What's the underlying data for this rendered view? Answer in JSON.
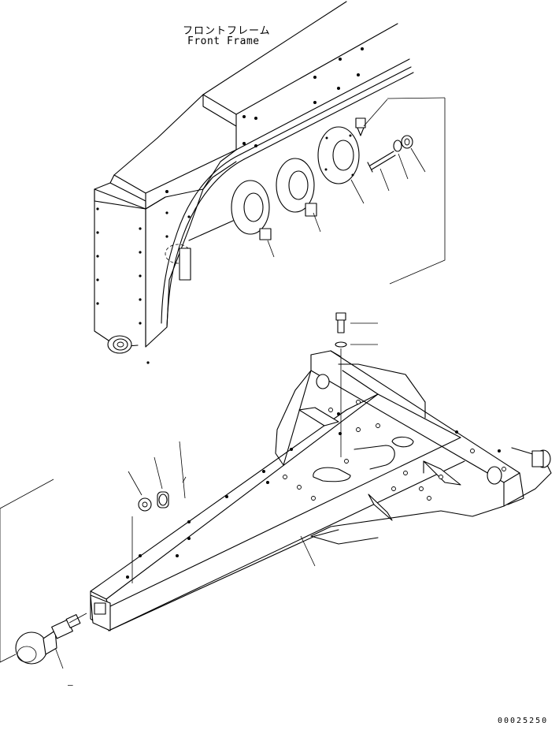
{
  "title": {
    "japanese": "フロントフレーム",
    "english": "Front Frame"
  },
  "document_number": "00025250",
  "footnote_mark": "–"
}
